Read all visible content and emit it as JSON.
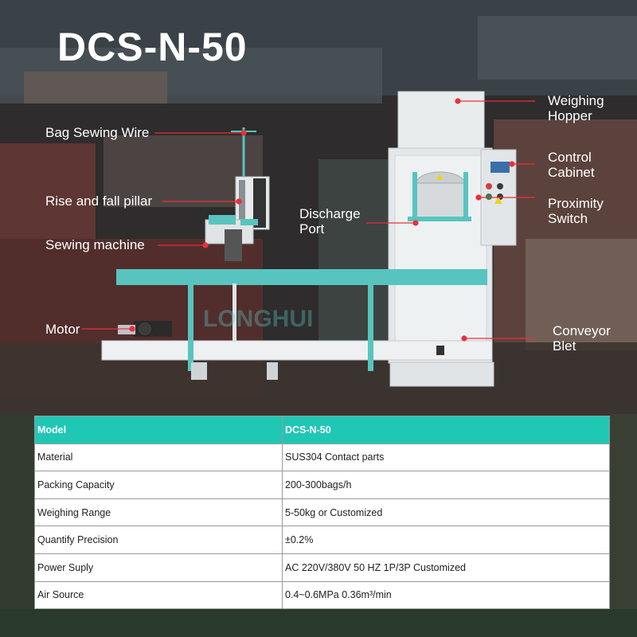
{
  "title": "DCS-N-50",
  "labels": {
    "bag_sewing_wire": "Bag Sewing Wire",
    "rise_fall_pillar": "Rise and fall pillar",
    "sewing_machine": "Sewing machine",
    "motor": "Motor",
    "discharge_port": [
      "Discharge",
      "Port"
    ],
    "weighing_hopper": [
      "Weighing",
      "Hopper"
    ],
    "control_cabinet": [
      "Control",
      "Cabinet"
    ],
    "proximity_switch": [
      "Proximity",
      "Switch"
    ],
    "conveyor_belt": [
      "Conveyor",
      "Blet"
    ]
  },
  "watermark": "LONGHUI",
  "colors": {
    "accent": "#1fc7b5",
    "frame": "#58c4c0",
    "pointer": "#e8303a"
  },
  "table": {
    "rows": [
      [
        "Model",
        "DCS-N-50"
      ],
      [
        "Material",
        "SUS304 Contact parts"
      ],
      [
        "Packing Capacity",
        "200-300bags/h"
      ],
      [
        "Weighing Range",
        "5-50kg or Customized"
      ],
      [
        "Quantify Precision",
        "±0.2%"
      ],
      [
        "Power Suply",
        "AC 220V/380V 50 HZ 1P/3P Customized"
      ],
      [
        "Air Source",
        "0.4~0.6MPa 0.36m³/min"
      ]
    ]
  }
}
